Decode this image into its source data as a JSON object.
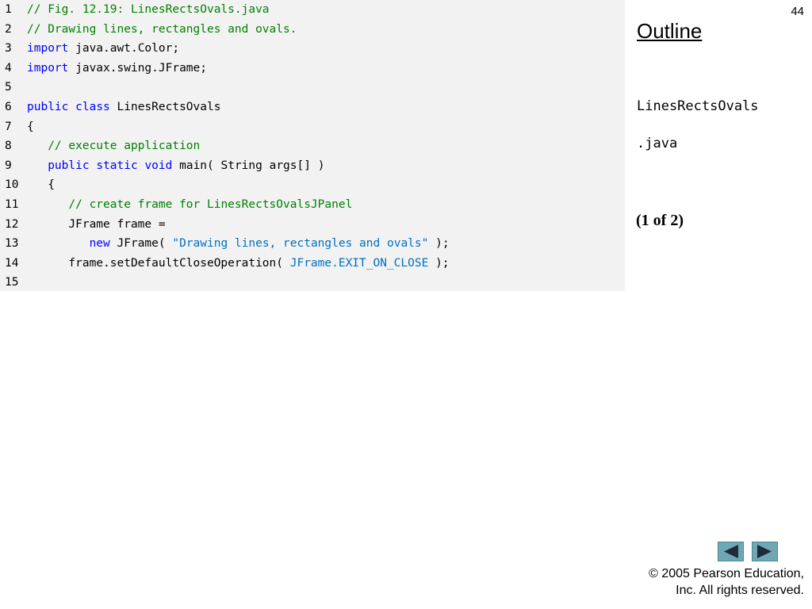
{
  "slide": {
    "number": "44",
    "outline_title": "Outline",
    "file_name_part1": "LinesRectsOvals",
    "file_name_part2": ".java",
    "page_indicator": "(1 of 2)",
    "copyright_line1": "© 2005 Pearson Education,",
    "copyright_line2": "Inc.  All rights reserved."
  },
  "navigation": {
    "prev_icon": "triangle-left-icon",
    "next_icon": "triangle-right-icon",
    "button_color": "#6fa7b5"
  },
  "code": {
    "colors": {
      "comment": "#008000",
      "keyword": "#0000ff",
      "string": "#0070c0",
      "plain": "#000000",
      "panel_background": "#f2f2f2"
    },
    "lines": [
      {
        "num": "1",
        "segments": [
          {
            "t": "// Fig. 12.19: LinesRectsOvals.java",
            "k": "comment"
          }
        ]
      },
      {
        "num": "2",
        "segments": [
          {
            "t": "// Drawing lines, rectangles and ovals.",
            "k": "comment"
          }
        ]
      },
      {
        "num": "3",
        "segments": [
          {
            "t": "import",
            "k": "keyword"
          },
          {
            "t": " java.awt.Color;",
            "k": "plain"
          }
        ]
      },
      {
        "num": "4",
        "segments": [
          {
            "t": "import",
            "k": "keyword"
          },
          {
            "t": " javax.swing.JFrame;",
            "k": "plain"
          }
        ]
      },
      {
        "num": "5",
        "segments": []
      },
      {
        "num": "6",
        "segments": [
          {
            "t": "public",
            "k": "keyword"
          },
          {
            "t": " ",
            "k": "plain"
          },
          {
            "t": "class",
            "k": "keyword"
          },
          {
            "t": " LinesRectsOvals",
            "k": "plain"
          }
        ]
      },
      {
        "num": "7",
        "segments": [
          {
            "t": "{",
            "k": "plain"
          }
        ]
      },
      {
        "num": "8",
        "segments": [
          {
            "t": "   ",
            "k": "plain"
          },
          {
            "t": "// execute application",
            "k": "comment"
          }
        ]
      },
      {
        "num": "9",
        "segments": [
          {
            "t": "   ",
            "k": "plain"
          },
          {
            "t": "public",
            "k": "keyword"
          },
          {
            "t": " ",
            "k": "plain"
          },
          {
            "t": "static",
            "k": "keyword"
          },
          {
            "t": " ",
            "k": "plain"
          },
          {
            "t": "void",
            "k": "keyword"
          },
          {
            "t": " main( String args[] )",
            "k": "plain"
          }
        ]
      },
      {
        "num": "10",
        "segments": [
          {
            "t": "   {",
            "k": "plain"
          }
        ]
      },
      {
        "num": "11",
        "segments": [
          {
            "t": "      ",
            "k": "plain"
          },
          {
            "t": "// create frame for LinesRectsOvalsJPanel",
            "k": "comment"
          }
        ]
      },
      {
        "num": "12",
        "segments": [
          {
            "t": "      JFrame frame =",
            "k": "plain"
          }
        ]
      },
      {
        "num": "13",
        "segments": [
          {
            "t": "         ",
            "k": "plain"
          },
          {
            "t": "new",
            "k": "keyword"
          },
          {
            "t": " JFrame( ",
            "k": "plain"
          },
          {
            "t": "\"Drawing lines, rectangles and ovals\"",
            "k": "string"
          },
          {
            "t": " );",
            "k": "plain"
          }
        ]
      },
      {
        "num": "14",
        "segments": [
          {
            "t": "      frame.setDefaultCloseOperation( ",
            "k": "plain"
          },
          {
            "t": "JFrame.EXIT_ON_CLOSE",
            "k": "constant"
          },
          {
            "t": " );",
            "k": "plain"
          }
        ]
      },
      {
        "num": "15",
        "segments": []
      }
    ]
  }
}
